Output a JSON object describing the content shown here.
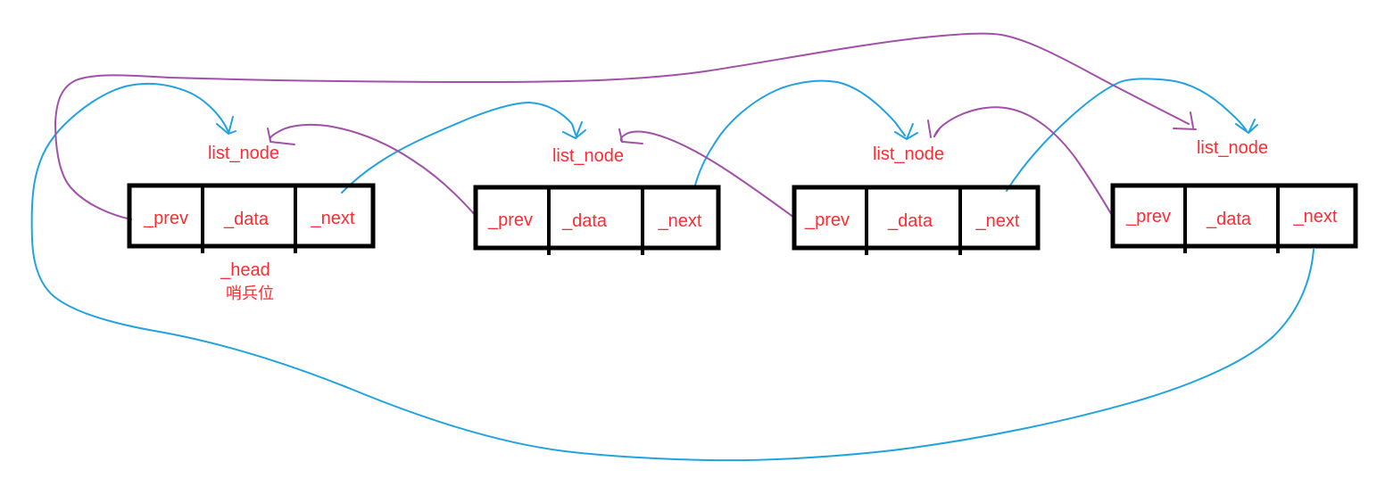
{
  "diagram": {
    "type": "circular-doubly-linked-list",
    "background": "white"
  },
  "nodes": [
    {
      "title": "list_node",
      "cells": [
        {
          "label": "_prev"
        },
        {
          "label": "_data"
        },
        {
          "label": "_next"
        }
      ]
    },
    {
      "title": "list_node",
      "cells": [
        {
          "label": "_prev"
        },
        {
          "label": "_data"
        },
        {
          "label": "_next"
        }
      ]
    },
    {
      "title": "list_node",
      "cells": [
        {
          "label": "_prev"
        },
        {
          "label": "_data"
        },
        {
          "label": "_next"
        }
      ]
    },
    {
      "title": "list_node",
      "cells": [
        {
          "label": "_prev"
        },
        {
          "label": "_data"
        },
        {
          "label": "_next"
        }
      ]
    }
  ],
  "head": {
    "label": "_head",
    "sentinel_label": "哨兵位"
  },
  "pointers": {
    "next": [
      {
        "from": "node1._next",
        "to": "node2"
      },
      {
        "from": "node2._next",
        "to": "node3"
      },
      {
        "from": "node3._next",
        "to": "node4"
      },
      {
        "from": "node4._next",
        "to": "node1"
      }
    ],
    "prev": [
      {
        "from": "node1._prev",
        "to": "node4"
      },
      {
        "from": "node2._prev",
        "to": "node1"
      },
      {
        "from": "node3._prev",
        "to": "node2"
      },
      {
        "from": "node4._prev",
        "to": "node3"
      }
    ]
  },
  "colors": {
    "next_pointer": "#22A3DE",
    "prev_pointer": "#A151A8",
    "text": "#FF2B33",
    "box_border": "#000000",
    "background": "#FFFFFF"
  }
}
